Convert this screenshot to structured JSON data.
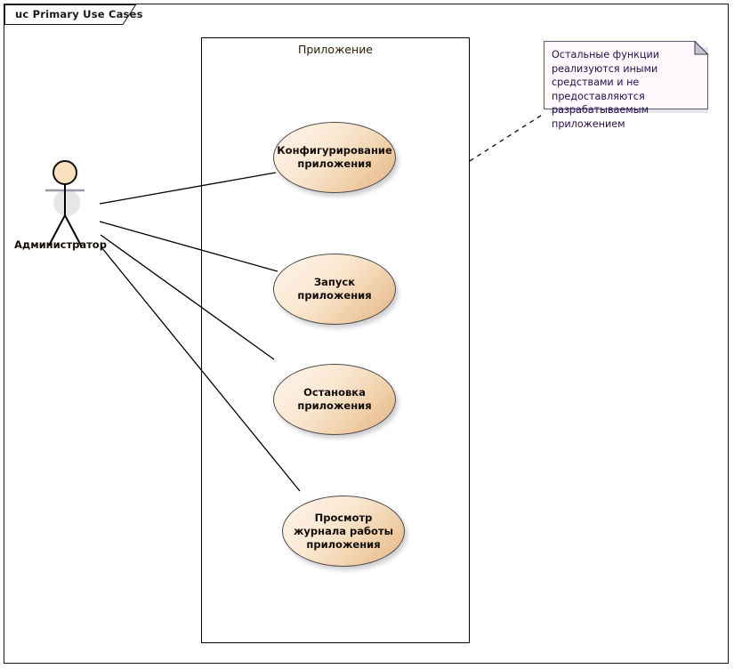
{
  "diagram": {
    "title": "uc Primary Use Cases",
    "type": "uml-use-case-diagram",
    "boundary_label": "Приложение",
    "actor": {
      "name": "Администратор",
      "icon": "stick-figure-actor-icon"
    },
    "use_cases": [
      {
        "id": "configure",
        "label": "Конфигурирование приложения"
      },
      {
        "id": "start",
        "label": "Запуск приложения"
      },
      {
        "id": "stop",
        "label": "Остановка приложения"
      },
      {
        "id": "view-log",
        "label": "Просмотр журнала работы приложения"
      }
    ],
    "note": {
      "text": "Остальные функции реализуются иными средствами и не предоставляются разрабатываемым приложением",
      "connector": "dashed"
    },
    "colors": {
      "usecase_fill_light": "#fdf5ec",
      "usecase_fill_dark": "#e5b484",
      "usecase_stroke": "#4a4a4a",
      "note_fill": "#fdf8fc",
      "note_stroke": "#6a6a8a",
      "note_text": "#26114a",
      "actor_head_fill": "#fae0bd",
      "line_stroke": "#000000",
      "frame_stroke": "#1a1a1a",
      "background": "#ffffff"
    }
  }
}
